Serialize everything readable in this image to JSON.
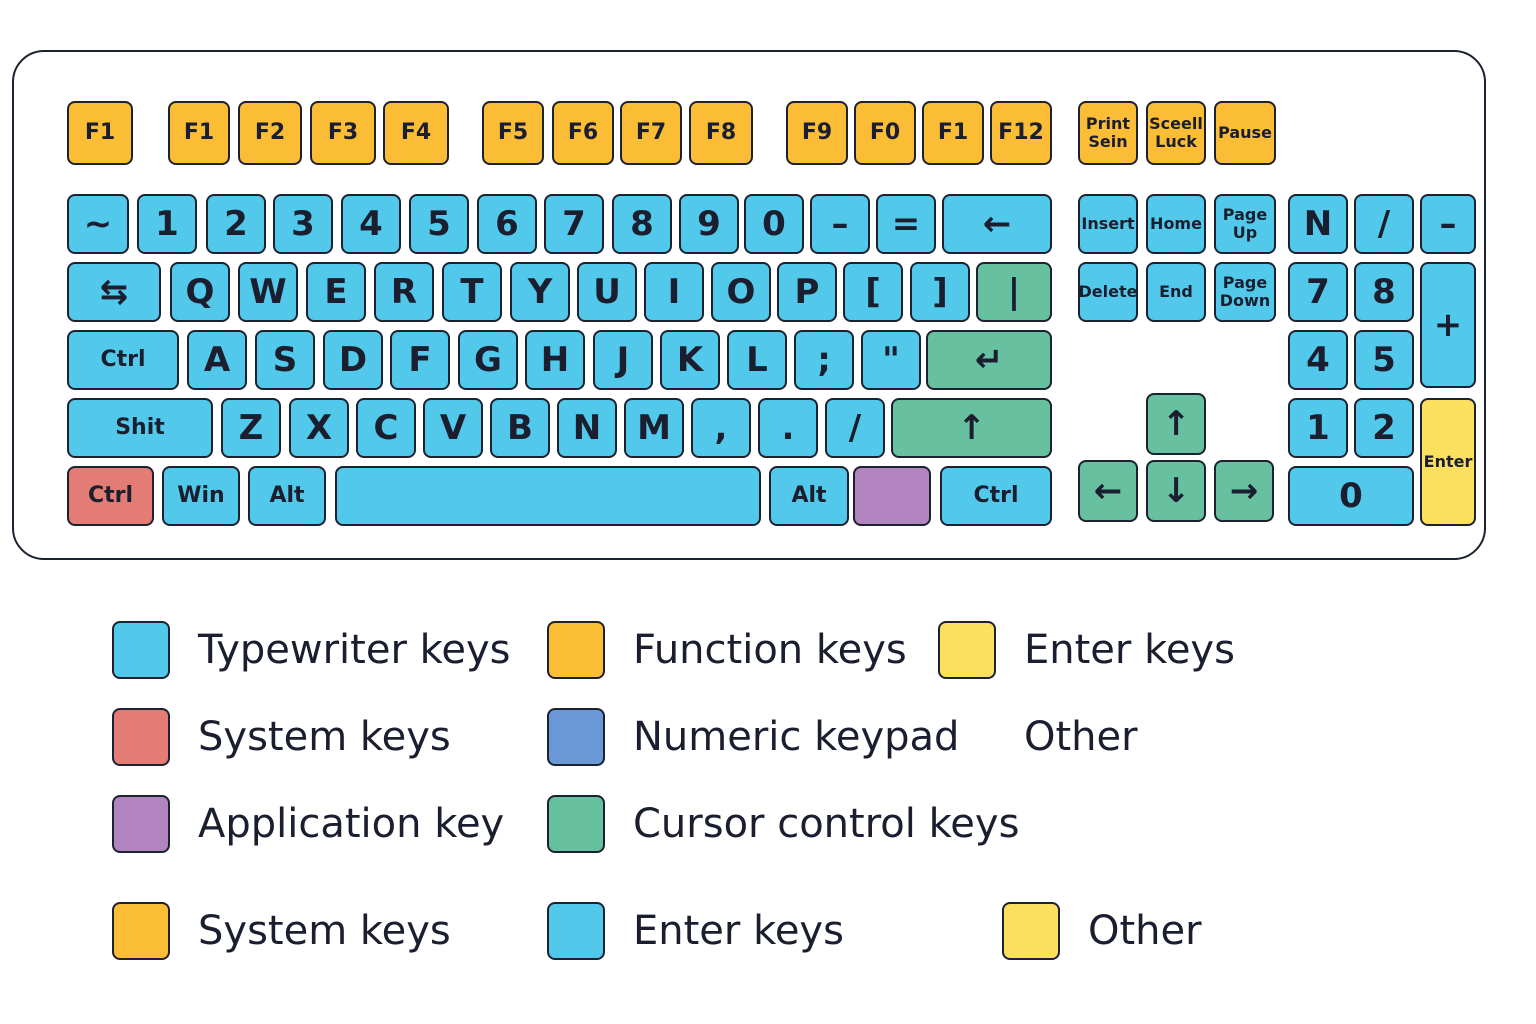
{
  "colors": {
    "typewriter": "#52c9ea",
    "function": "#fbbd35",
    "enter": "#fbe060",
    "system": "#e27c74",
    "application": "#b184bf",
    "cursor": "#67c0a0",
    "numeric": "#6a97d6",
    "border": "#1d2230"
  },
  "keys": {
    "function_row": [
      "F1",
      "F1",
      "F2",
      "F3",
      "F4",
      "F5",
      "F6",
      "F7",
      "F8",
      "F9",
      "F0",
      "F1",
      "F12"
    ],
    "system_row": [
      "Print\nSein",
      "Sceell\nLuck",
      "Pause"
    ],
    "number_row": [
      "~",
      "1",
      "2",
      "3",
      "4",
      "5",
      "6",
      "7",
      "8",
      "9",
      "0",
      "–",
      "=",
      "←"
    ],
    "qwerty_row": [
      "⇆",
      "Q",
      "W",
      "E",
      "R",
      "T",
      "Y",
      "U",
      "I",
      "O",
      "P",
      "[",
      "]",
      "|"
    ],
    "home_row": [
      "Ctrl",
      "A",
      "S",
      "D",
      "F",
      "G",
      "H",
      "J",
      "K",
      "L",
      ";",
      "\"",
      "↵"
    ],
    "shift_row": [
      "Shit",
      "Z",
      "X",
      "C",
      "V",
      "B",
      "N",
      "M",
      ",",
      ".",
      "/",
      "↑"
    ],
    "bottom_row": [
      "Ctrl",
      "Win",
      "Alt",
      "",
      "Alt",
      "",
      "Ctrl"
    ],
    "nav_cluster": [
      "Insert",
      "Home",
      "Page\nUp",
      "Delete",
      "End",
      "Page\nDown"
    ],
    "arrows": [
      "↑",
      "←",
      "↓",
      "→"
    ],
    "numpad": [
      "N",
      "/",
      "–",
      "7",
      "8",
      "+",
      "4",
      "5",
      "1",
      "2",
      "Enter",
      "0"
    ]
  },
  "legend": [
    {
      "label": "Typewriter keys",
      "swatch": "typewriter"
    },
    {
      "label": "Function keys",
      "swatch": "function"
    },
    {
      "label": "Enter keys",
      "swatch": "enter"
    },
    {
      "label": "System keys",
      "swatch": "system"
    },
    {
      "label": "Numeric keypad",
      "swatch": "numeric"
    },
    {
      "label": "Other",
      "swatch": ""
    },
    {
      "label": "Application key",
      "swatch": "application"
    },
    {
      "label": "Cursor control keys",
      "swatch": "cursor"
    },
    {
      "label": "System keys",
      "swatch": "function"
    },
    {
      "label": "Enter keys",
      "swatch": "typewriter"
    },
    {
      "label": "Other",
      "swatch": "enter"
    }
  ]
}
